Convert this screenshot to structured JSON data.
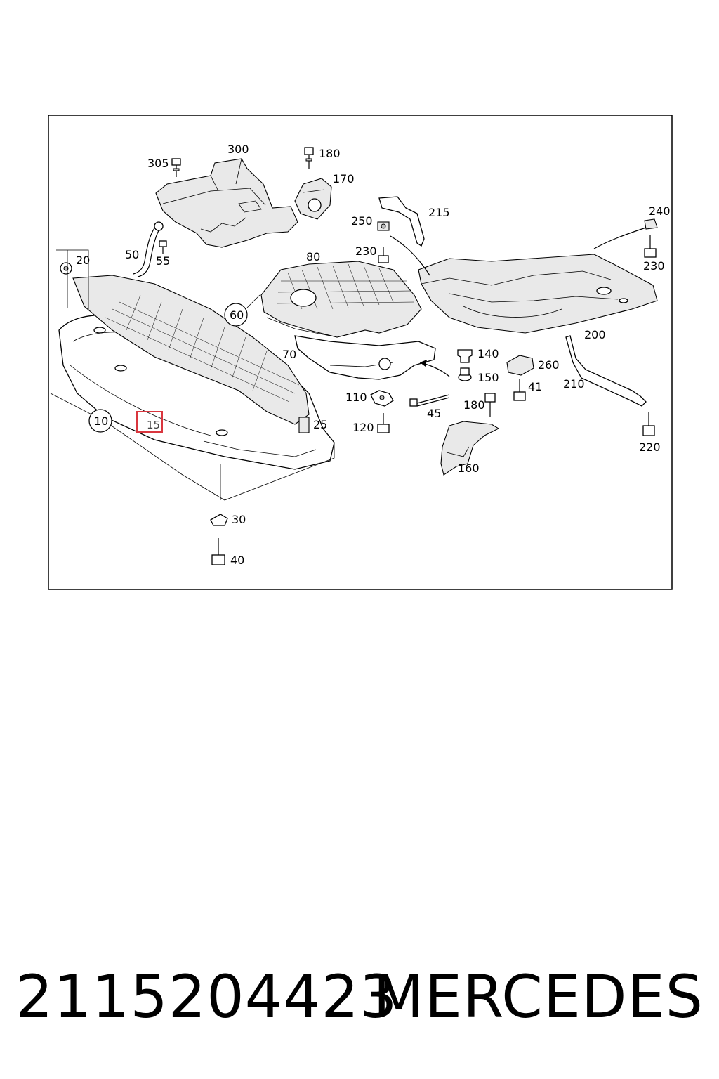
{
  "diagram": {
    "callouts": [
      {
        "id": "305",
        "label": "305"
      },
      {
        "id": "300",
        "label": "300"
      },
      {
        "id": "180a",
        "label": "180"
      },
      {
        "id": "170",
        "label": "170"
      },
      {
        "id": "215",
        "label": "215"
      },
      {
        "id": "240",
        "label": "240"
      },
      {
        "id": "250",
        "label": "250"
      },
      {
        "id": "230a",
        "label": "230"
      },
      {
        "id": "230b",
        "label": "230"
      },
      {
        "id": "50",
        "label": "50"
      },
      {
        "id": "55",
        "label": "55"
      },
      {
        "id": "20",
        "label": "20"
      },
      {
        "id": "80",
        "label": "80"
      },
      {
        "id": "60",
        "label": "60"
      },
      {
        "id": "70",
        "label": "70"
      },
      {
        "id": "200",
        "label": "200"
      },
      {
        "id": "140",
        "label": "140"
      },
      {
        "id": "260",
        "label": "260"
      },
      {
        "id": "150",
        "label": "150"
      },
      {
        "id": "41",
        "label": "41"
      },
      {
        "id": "210",
        "label": "210"
      },
      {
        "id": "110",
        "label": "110"
      },
      {
        "id": "45",
        "label": "45"
      },
      {
        "id": "180b",
        "label": "180"
      },
      {
        "id": "10",
        "label": "10"
      },
      {
        "id": "25",
        "label": "25"
      },
      {
        "id": "120",
        "label": "120"
      },
      {
        "id": "220",
        "label": "220"
      },
      {
        "id": "160",
        "label": "160"
      },
      {
        "id": "30",
        "label": "30"
      },
      {
        "id": "40",
        "label": "40"
      }
    ],
    "highlighted": {
      "label": "15",
      "color": "#d9363e"
    }
  },
  "footer": {
    "part_number": "2115204423",
    "brand": "MERCEDES"
  }
}
